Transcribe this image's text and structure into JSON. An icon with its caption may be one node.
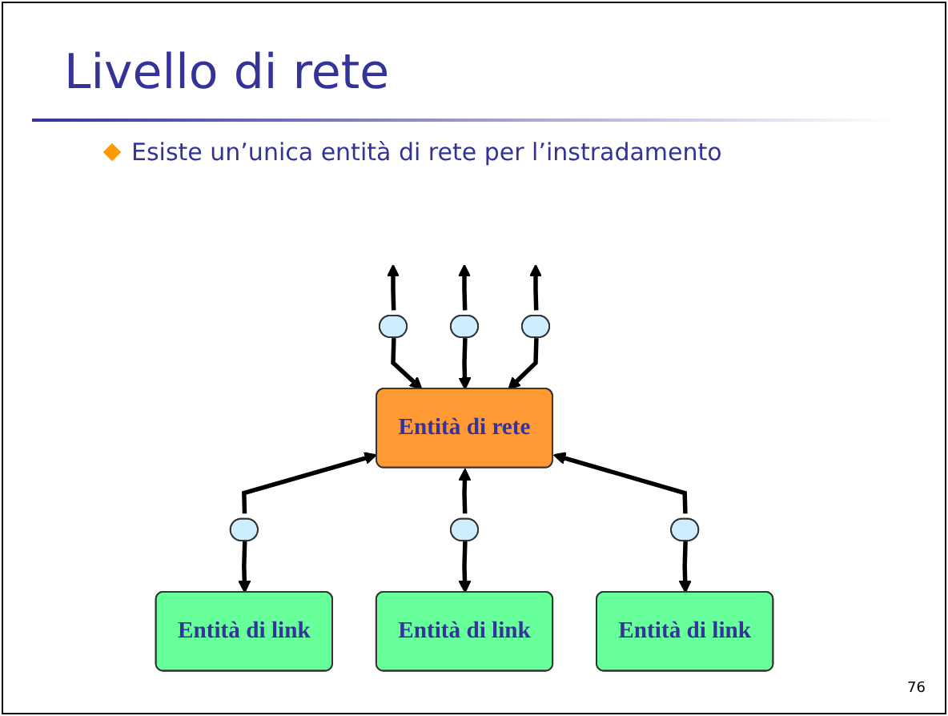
{
  "diagram": {
    "title": "Livello di rete",
    "nodes": [
      {
        "text": [],
        "shape": "ellipse"
      },
      {
        "text": [],
        "shape": "ellipse"
      },
      {
        "text": [],
        "shape": "ellipse"
      },
      {
        "text": [
          "Entità di rete"
        ]
      },
      {
        "text": [],
        "shape": "ellipse"
      },
      {
        "text": [],
        "shape": "ellipse"
      },
      {
        "text": [],
        "shape": "ellipse"
      },
      {
        "text": [
          "Entità di link"
        ]
      },
      {
        "text": [
          "Entità di link"
        ]
      },
      {
        "text": [
          "Entità di link"
        ]
      }
    ],
    "edges": [
      {
        "from": 0,
        "to": null,
        "arrow": "to"
      },
      {
        "from": 1,
        "to": null,
        "arrow": "to"
      },
      {
        "from": 2,
        "to": null,
        "arrow": "to"
      },
      {
        "from": 0,
        "to": 3,
        "arrow": "to"
      },
      {
        "from": 1,
        "to": 3,
        "arrow": "to"
      },
      {
        "from": 2,
        "to": 3,
        "arrow": "to"
      },
      {
        "from": 4,
        "to": 3,
        "arrow": "to"
      },
      {
        "from": 5,
        "to": 3,
        "arrow": "to"
      },
      {
        "from": 6,
        "to": 3,
        "arrow": "to"
      },
      {
        "from": 4,
        "to": 7,
        "arrow": "to"
      },
      {
        "from": 5,
        "to": 8,
        "arrow": "to"
      },
      {
        "from": 6,
        "to": 9,
        "arrow": "to"
      }
    ],
    "labels": [
      "Esiste un’unica entità di rete per l’instradamento",
      "76"
    ]
  }
}
